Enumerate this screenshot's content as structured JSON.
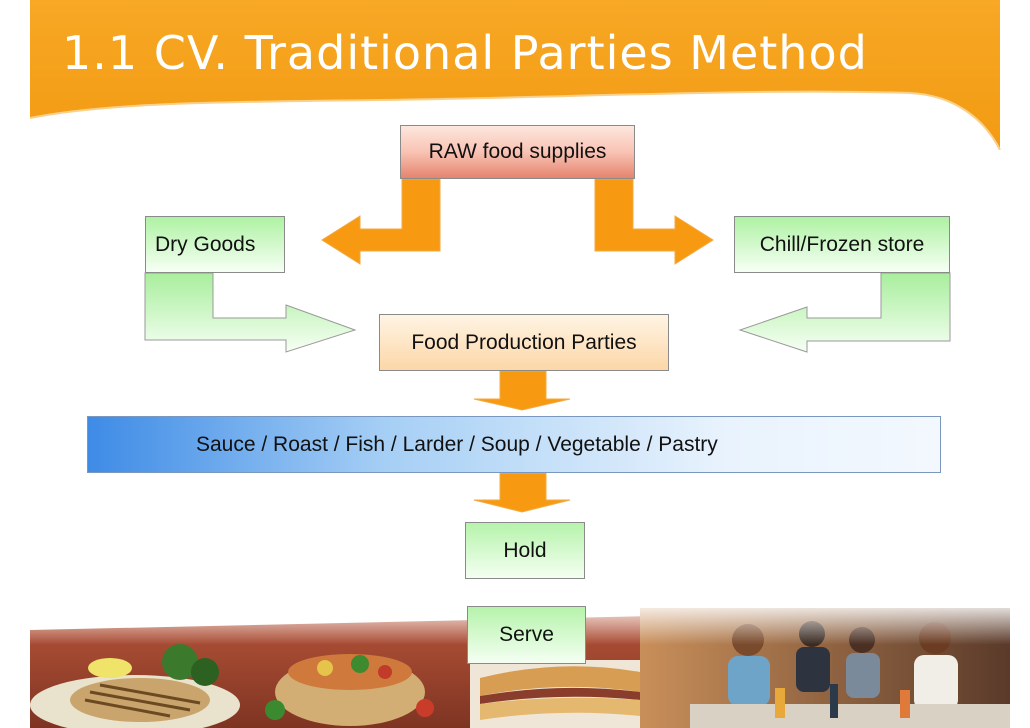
{
  "title": "1.1 CV. Traditional Parties Method",
  "nodes": {
    "raw": "RAW food supplies",
    "dry": "Dry Goods",
    "chill": "Chill/Frozen store",
    "production": "Food Production Parties",
    "parties": "Sauce / Roast / Fish / Larder / Soup / Vegetable / Pastry",
    "hold": "Hold",
    "serve": "Serve"
  },
  "colors": {
    "banner": "#f7a21c",
    "orange_arrow": "#f79a12",
    "green_arrow": "#c8f1be"
  },
  "photo_strip": [
    "grilled-fish-plate",
    "salad-bowl",
    "sandwich",
    "diners-at-table"
  ]
}
